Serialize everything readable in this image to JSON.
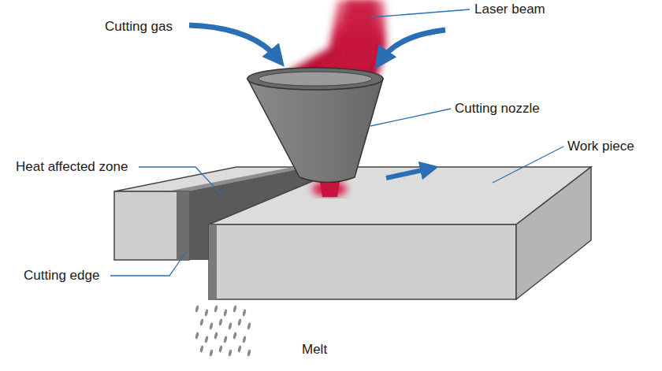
{
  "diagram": {
    "labels": [
      "Laser beam",
      "Cutting gas",
      "Cutting nozzle",
      "Work piece",
      "Heat affected zone",
      "Cutting edge",
      "Melt"
    ]
  }
}
